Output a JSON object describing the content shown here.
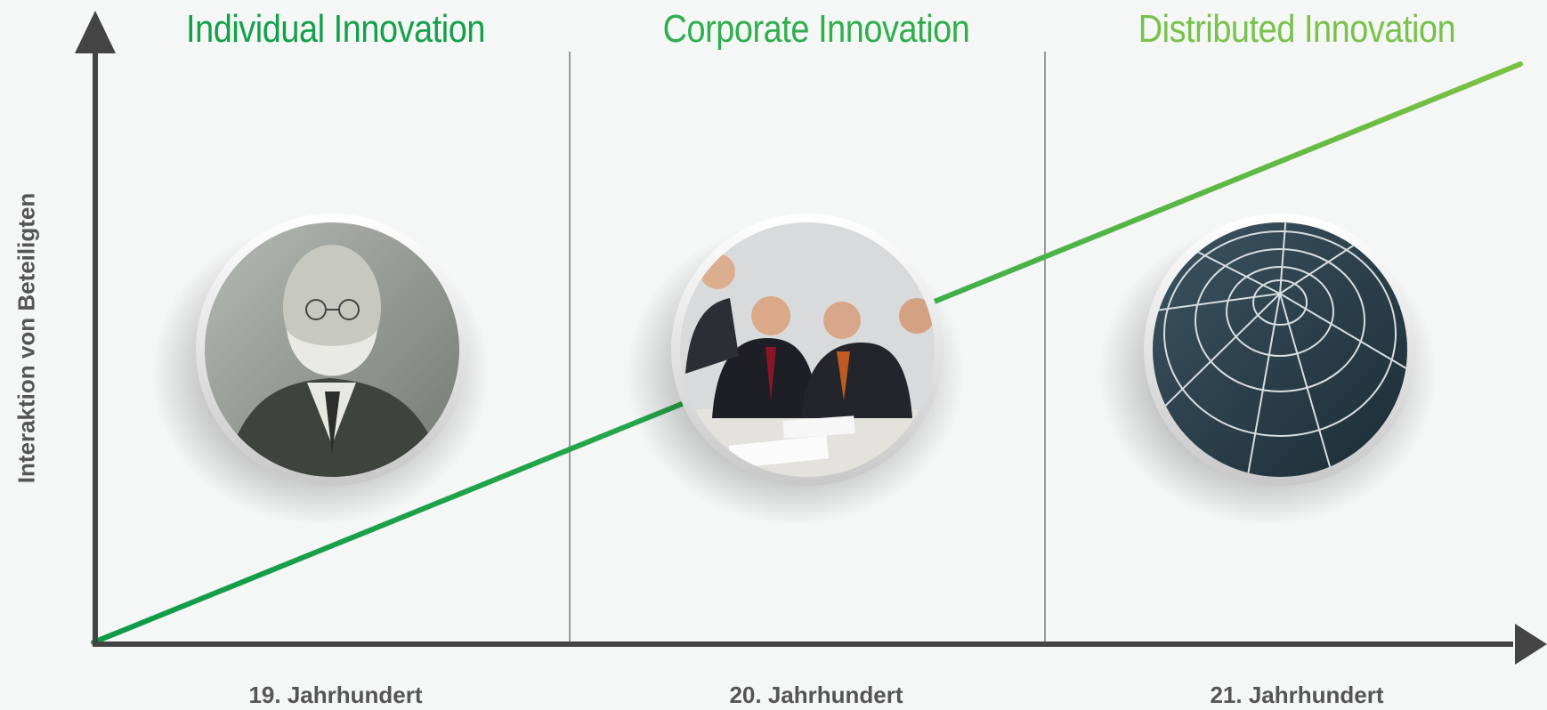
{
  "eras": [
    {
      "title": "Individual Innovation",
      "century": "19. Jahrhundert",
      "image": "portrait-of-elderly-man-photo",
      "title_color": "#13a04a"
    },
    {
      "title": "Corporate Innovation",
      "century": "20. Jahrhundert",
      "image": "business-team-meeting-photo",
      "title_color": "#2eae4c"
    },
    {
      "title": "Distributed Innovation",
      "century": "21. Jahrhundert",
      "image": "spider-web-photo",
      "title_color": "#78c14a"
    }
  ],
  "y_axis_label": "Interaktion von Beteiligten",
  "colors": {
    "background": "#f5f6f6",
    "axis": "#444444",
    "divider": "#9a9a9a",
    "trend_start": "#0e9a48",
    "trend_end": "#7cc242",
    "label_text": "#555555"
  }
}
